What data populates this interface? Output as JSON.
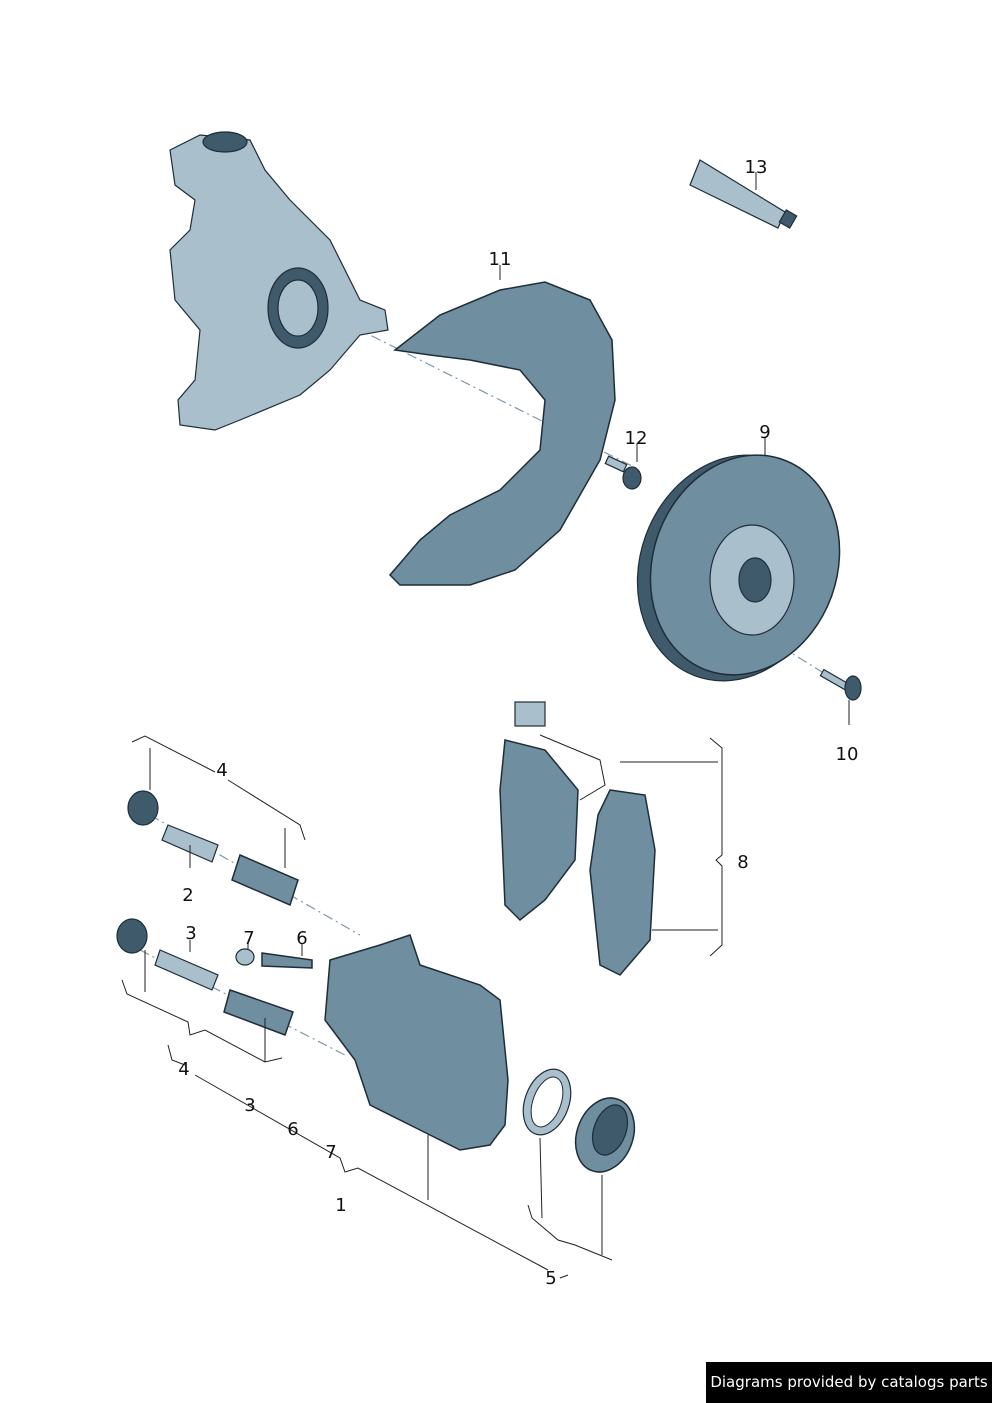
{
  "diagram": {
    "labels": {
      "tube_13": "13",
      "shield_11": "11",
      "bolt_12": "12",
      "disc_9": "9",
      "screw_10": "10",
      "pads_8": "8",
      "guide_kit_upper_4": "4",
      "pin_2": "2",
      "pin_3": "3",
      "cap_7": "7",
      "bleeder_6": "6",
      "guide_kit_lower_4": "4",
      "caliper_group_3": "3",
      "caliper_group_6": "6",
      "caliper_group_7": "7",
      "caliper_1": "1",
      "seal_kit_5": "5"
    }
  },
  "footer": {
    "credit": "Diagrams provided by catalogs parts"
  },
  "colors": {
    "part": "#6f8ea0",
    "part_light": "#a9bfcc",
    "outline": "#1e2d38"
  }
}
